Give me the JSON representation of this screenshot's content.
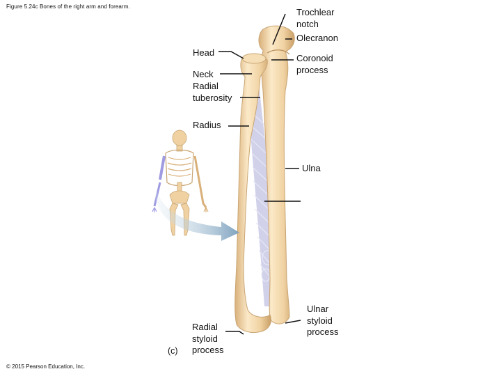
{
  "figure": {
    "caption": "Figure 5.24c Bones of the right arm and forearm.",
    "panel": "(c)",
    "copyright": "© 2015 Pearson Education, Inc."
  },
  "labels": {
    "trochlear_notch": "Trochlear\nnotch",
    "olecranon": "Olecranon",
    "head": "Head",
    "coronoid_process": "Coronoid\nprocess",
    "neck": "Neck",
    "radial_tuberosity": "Radial\ntuberosity",
    "radius": "Radius",
    "ulna": "Ulna",
    "ulnar_styloid_process": "Ulnar\nstyloid\nprocess",
    "radial_styloid_process": "Radial\nstyloid\nprocess"
  },
  "colors": {
    "bone_fill": "#f0d2a2",
    "bone_highlight": "#fbe9c8",
    "bone_edge": "#c9a574",
    "membrane": "#c9c9e6",
    "skeleton_highlight": "#9f9be2",
    "arrow": "#8fb1c9",
    "leader_line": "#111111"
  }
}
